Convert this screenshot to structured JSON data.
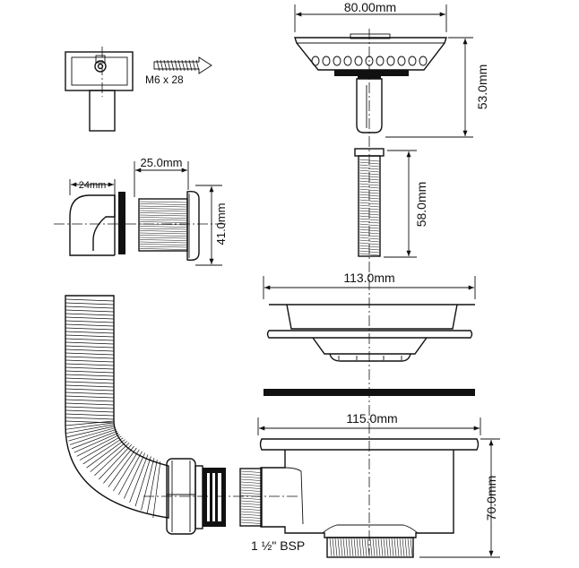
{
  "labels": {
    "strainer_width": "80.00mm",
    "strainer_height": "53.0mm",
    "screw_spec": "M6 x 28",
    "bolt_length": "58.0mm",
    "overflow_outlet_width": "24mm",
    "overflow_thread_length": "25.0mm",
    "overflow_diameter": "41.0mm",
    "flange_width": "113.0mm",
    "body_width": "115.0mm",
    "body_height": "70.0mm",
    "thread_spec": "1 ½\" BSP"
  }
}
